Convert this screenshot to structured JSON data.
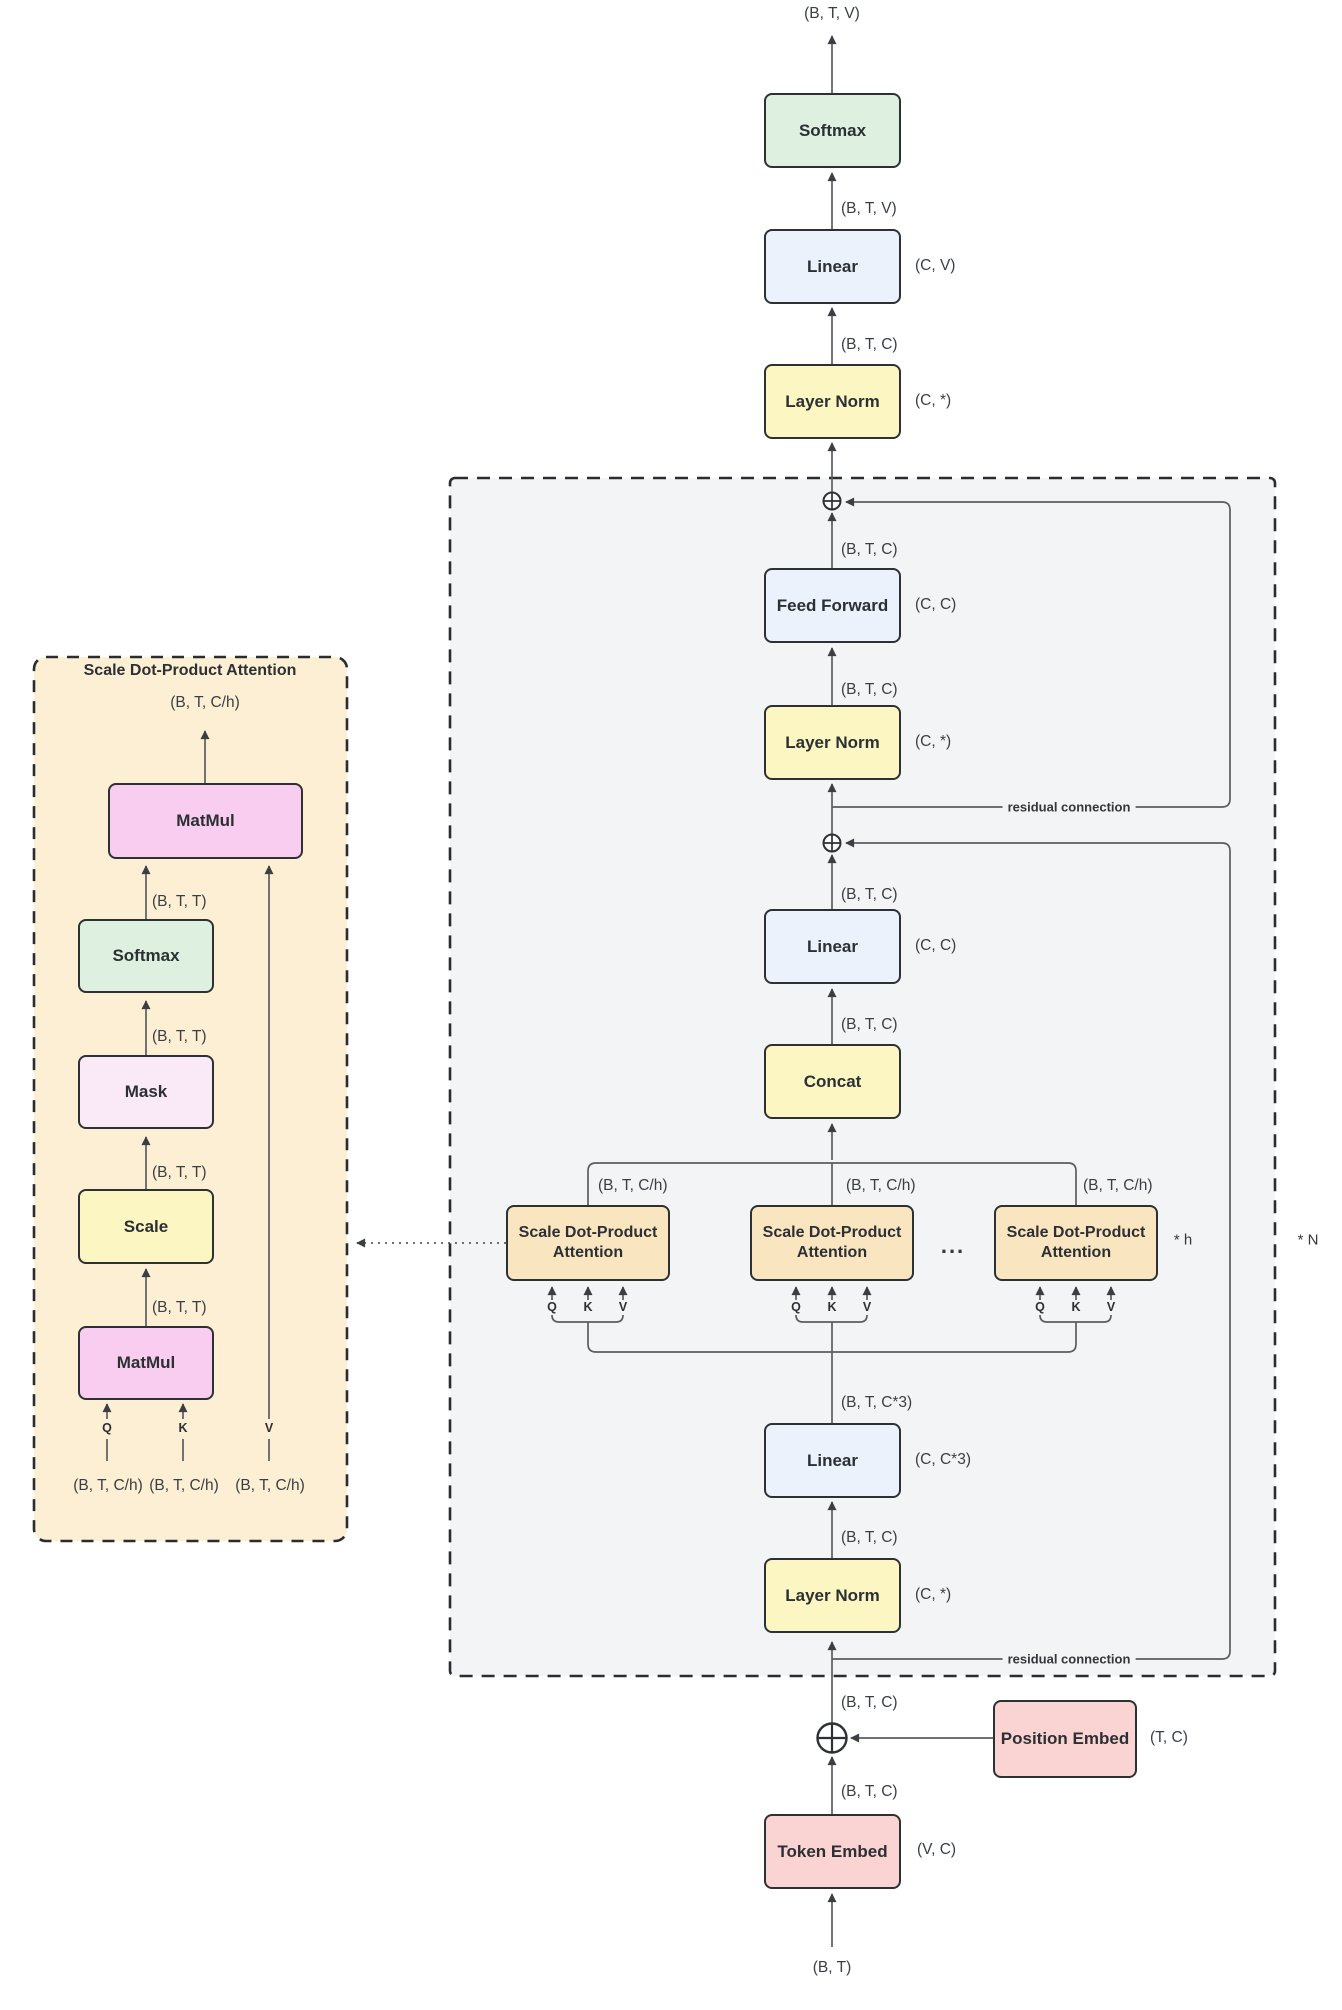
{
  "nodes": {
    "softmax": "Softmax",
    "linear": "Linear",
    "layer_norm": "Layer Norm",
    "feed_forward": "Feed Forward",
    "concat": "Concat",
    "attention": "Scale Dot-Product Attention",
    "token_embed": "Token Embed",
    "position_embed": "Position Embed",
    "matmul": "MatMul",
    "mask": "Mask",
    "scale": "Scale"
  },
  "shapes": {
    "btv": "(B, T, V)",
    "btc": "(B, T, C)",
    "btc3": "(B, T, C*3)",
    "btch": "(B, T, C/h)",
    "btt": "(B, T, T)",
    "bt": "(B, T)"
  },
  "params": {
    "cv": "(C, V)",
    "cstar": "(C, *)",
    "cc": "(C, C)",
    "cc3": "(C, C*3)",
    "tc": "(T, C)",
    "vc": "(V, C)"
  },
  "annotations": {
    "residual": "residual connection",
    "heads_mult": "* h",
    "layers_mult": "* N",
    "ellipsis": "...",
    "q": "Q",
    "k": "K",
    "v": "V"
  },
  "detail_title": "Scale Dot-Product Attention",
  "colors": {
    "box_border": "#2e3134",
    "connector": "#5a5e61",
    "softmax_fill": "#def0e0",
    "linear_fill": "#ecf2fb",
    "layernorm_fill": "#fcf6c3",
    "attention_fill": "#f9e6c1",
    "embed_fill": "#f9d4d2",
    "matmul_fill": "#f8cdf0",
    "mask_fill": "#faeaf8",
    "block_bg": "#f2f4f5",
    "detail_bg": "#fcefd3"
  }
}
